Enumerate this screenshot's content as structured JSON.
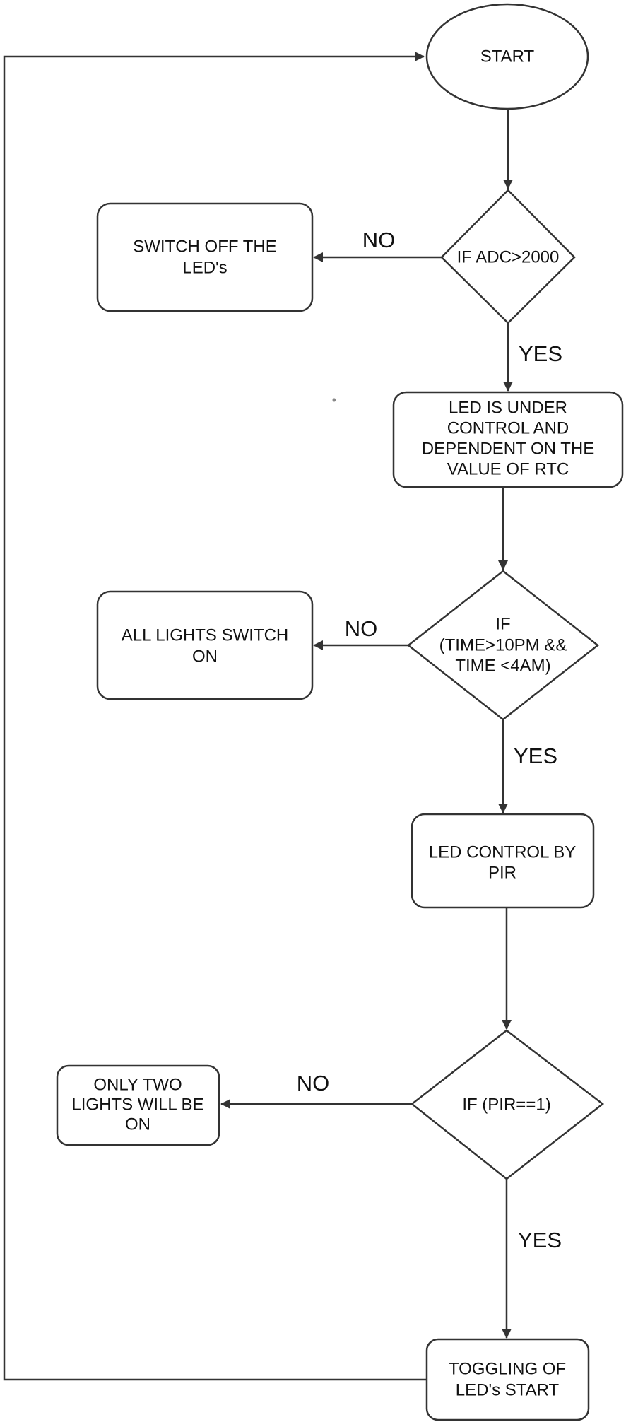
{
  "diagram": {
    "start": {
      "label": "START"
    },
    "decision_adc": {
      "label": "IF  ADC>2000"
    },
    "switch_off": {
      "lines": [
        "SWITCH OFF THE",
        "LED's"
      ]
    },
    "led_rtc": {
      "lines": [
        "LED IS UNDER",
        "CONTROL AND",
        "DEPENDENT ON THE",
        "VALUE OF RTC"
      ]
    },
    "decision_time": {
      "lines": [
        "IF",
        "(TIME>10PM &&",
        "TIME <4AM)"
      ]
    },
    "all_lights": {
      "lines": [
        "ALL LIGHTS SWITCH",
        "ON"
      ]
    },
    "led_pir": {
      "lines": [
        "LED CONTROL BY",
        "PIR"
      ]
    },
    "decision_pir": {
      "label": "IF (PIR==1)"
    },
    "two_lights": {
      "lines": [
        "ONLY  TWO",
        "LIGHTS WILL BE",
        "ON"
      ]
    },
    "toggling": {
      "lines": [
        "TOGGLING OF",
        "LED's START"
      ]
    },
    "edge_labels": {
      "adc_no": "NO",
      "adc_yes": "YES",
      "time_no": "NO",
      "time_yes": "YES",
      "pir_no": "NO",
      "pir_yes": "YES"
    }
  },
  "colors": {
    "stroke": "#333333",
    "text": "#111111",
    "background": "#ffffff"
  }
}
